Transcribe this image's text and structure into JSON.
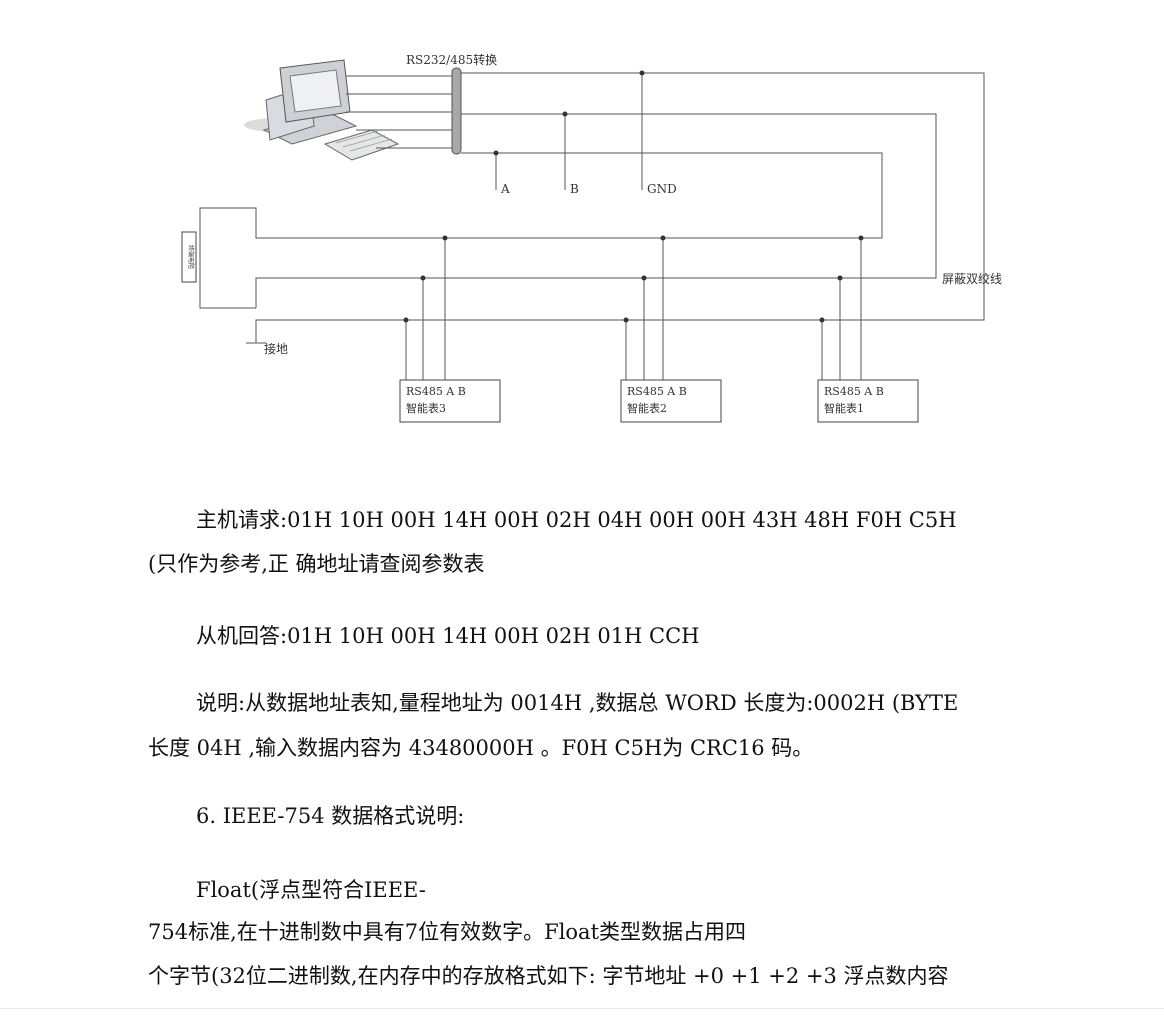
{
  "diagram": {
    "converter_label": "RS232/485转换",
    "line_a": "A",
    "line_b": "B",
    "line_gnd": "GND",
    "shielded_pair": "屏蔽双绞线",
    "ground": "接地",
    "terminal_resistor": "终端电阻",
    "meters": [
      {
        "top": "RS485 A   B",
        "bottom": "智能表3"
      },
      {
        "top": "RS485 A   B",
        "bottom": "智能表2"
      },
      {
        "top": "RS485 A   B",
        "bottom": "智能表1"
      }
    ]
  },
  "text": {
    "p1": "主机请求:01H 10H 00H 14H 00H 02H 04H 00H 00H 43H 48H F0H C5H",
    "p2": "(只作为参考,正 确地址请查阅参数表",
    "p3": "从机回答:01H 10H 00H 14H 00H 02H 01H CCH",
    "p4": "说明:从数据地址表知,量程地址为 0014H ,数据总 WORD 长度为:0002H (BYTE",
    "p5": "长度 04H ,输入数据内容为 43480000H 。F0H C5H为 CRC16 码。",
    "p6": "6. IEEE-754 数据格式说明:",
    "p7": "Float(浮点型符合IEEE-",
    "p8": "754标准,在十进制数中具有7位有效数字。Float类型数据占用四",
    "p9": "个字节(32位二进制数,在内存中的存放格式如下: 字节地址 +0 +1 +2 +3 浮点数内容"
  }
}
